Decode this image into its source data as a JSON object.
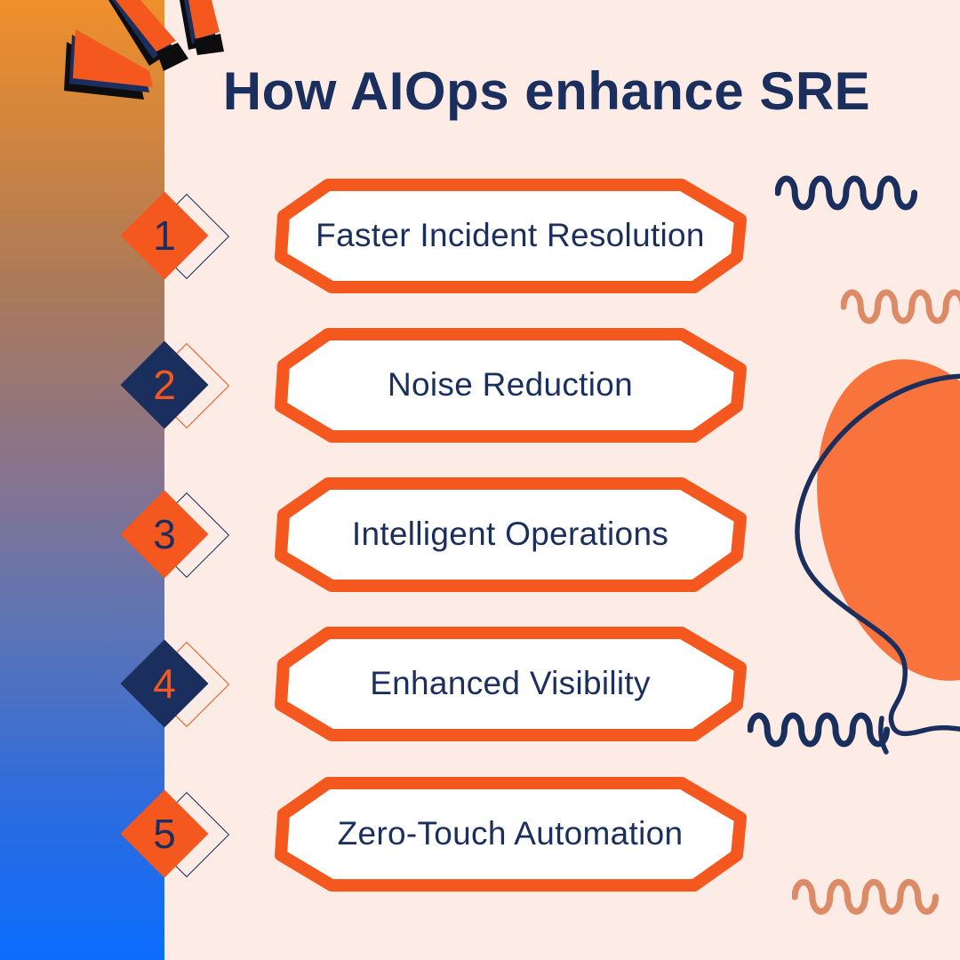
{
  "title": "How AIOps enhance SRE",
  "items": [
    {
      "number": "1",
      "label": "Faster Incident Resolution",
      "accent": "orange"
    },
    {
      "number": "2",
      "label": "Noise Reduction",
      "accent": "navy"
    },
    {
      "number": "3",
      "label": "Intelligent Operations",
      "accent": "orange"
    },
    {
      "number": "4",
      "label": "Enhanced Visibility",
      "accent": "navy"
    },
    {
      "number": "5",
      "label": "Zero-Touch Automation",
      "accent": "orange"
    }
  ],
  "colors": {
    "orange": "#f4581e",
    "navy": "#1b2f5e",
    "salmon": "#dd8a66",
    "background": "#fdece5",
    "blob_orange": "#f9743c",
    "sidebar_gradient_top": "#ef8f2c",
    "sidebar_gradient_bottom": "#0b6dfd",
    "pill_fill": "#ffffff",
    "burst_black": "#0d0d0d"
  },
  "decorations": [
    "burst-rays-icon",
    "wave-squiggle-navy-icon",
    "wave-squiggle-salmon-icon",
    "orange-blob-shape",
    "loop-line-shape",
    "wave-squiggle-navy-icon",
    "wave-squiggle-salmon-icon"
  ]
}
